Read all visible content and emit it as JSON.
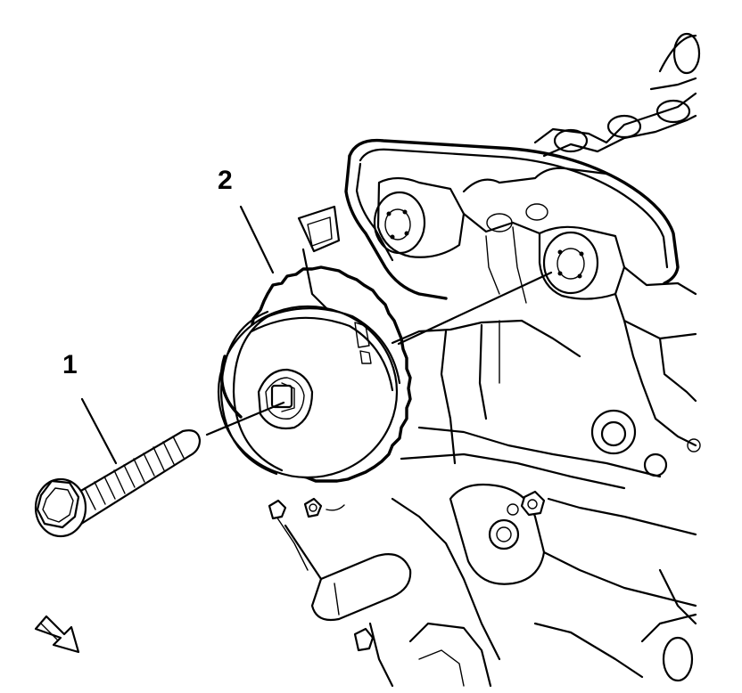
{
  "callouts": [
    {
      "id": "1",
      "label": "1"
    },
    {
      "id": "2",
      "label": "2"
    }
  ],
  "icons": {
    "view_arrow": "direction-arrow-icon"
  },
  "colors": {
    "line": "#000000",
    "background": "#ffffff"
  }
}
